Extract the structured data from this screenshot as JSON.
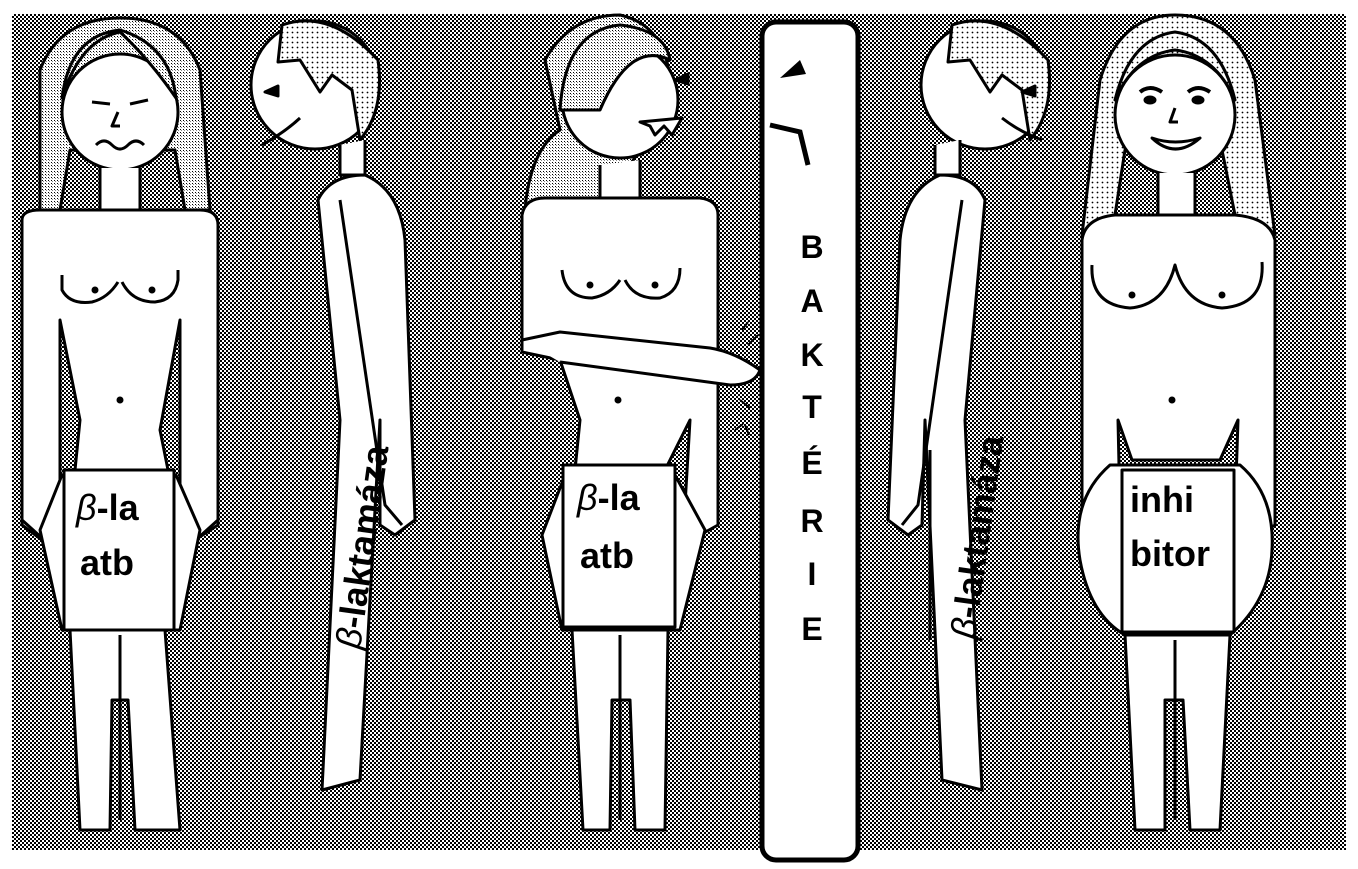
{
  "labels": {
    "beta_symbol": "β",
    "beta_la_suffix": "-la",
    "atb": "atb",
    "beta_laktamaza_suffix": "-laktamáza",
    "inhibitor_line1": "inhi",
    "inhibitor_line2": "bitor"
  },
  "bacteria": {
    "letters": [
      "B",
      "A",
      "K",
      "T",
      "É",
      "R",
      "I",
      "E"
    ]
  },
  "colors": {
    "background_dither": "#808080",
    "outline": "#000000",
    "fill": "#ffffff",
    "hair_gray": "#7f7f7f"
  }
}
